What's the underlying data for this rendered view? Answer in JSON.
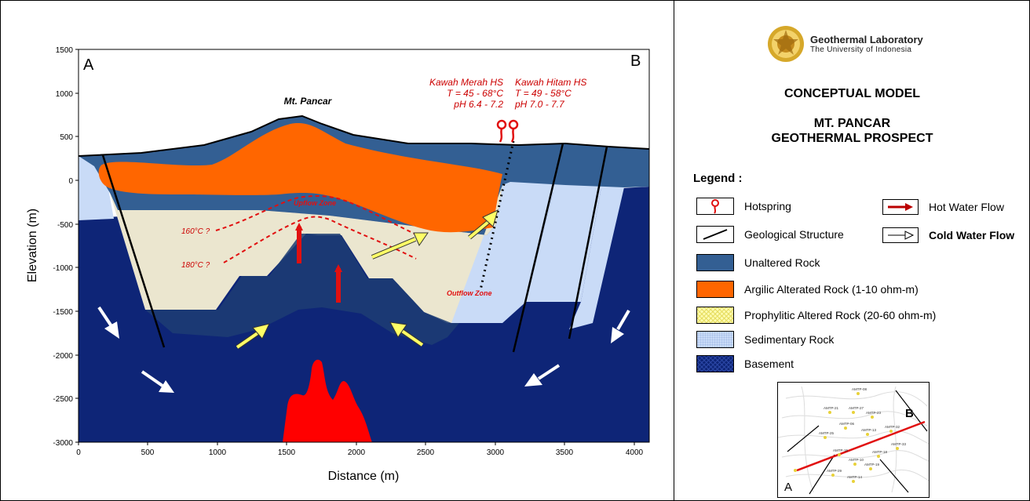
{
  "cross_section": {
    "corner_left": "A",
    "corner_right": "B",
    "peak_label": "Mt. Pancar",
    "y_axis_label": "Elevation (m)",
    "x_axis_label": "Distance (m)",
    "y_ticks": [
      "1500",
      "1000",
      "500",
      "0",
      "-500",
      "-1000",
      "-1500",
      "-2000",
      "-2500",
      "-3000"
    ],
    "x_ticks": [
      "0",
      "500",
      "1000",
      "1500",
      "2000",
      "2500",
      "3000",
      "3500",
      "4000"
    ],
    "hotspring_1": {
      "name": "Kawah Merah HS",
      "temp": "T = 45 - 68°C",
      "ph": "pH 6.4 - 7.2"
    },
    "hotspring_2": {
      "name": "Kawah Hitam HS",
      "temp": "T = 49 - 58°C",
      "ph": "pH 7.0 - 7.7"
    },
    "isotherm_160": "160°C ?",
    "isotherm_180": "180°C ?",
    "upflow_label": "Upflow Zone",
    "outflow_label": "Outflow Zone"
  },
  "panel": {
    "lab_name": "Geothermal Laboratory",
    "lab_university": "The University of Indonesia",
    "title_1": "CONCEPTUAL MODEL",
    "title_2_line1": "MT. PANCAR",
    "title_2_line2": "GEOTHERMAL PROSPECT",
    "legend_heading": "Legend :",
    "legend": {
      "hotspring": "Hotspring",
      "hot_water_flow": "Hot Water Flow",
      "geological_structure": "Geological Structure",
      "cold_water_flow": "Cold Water Flow",
      "unaltered_rock": "Unaltered Rock",
      "argilic_rock": "Argilic Alterated Rock (1-10 ohm-m)",
      "prophylitic_rock": "Prophylitic Altered Rock (20-60 ohm-m)",
      "sedimentary_rock": "Sedimentary Rock",
      "basement": "Basement"
    }
  },
  "inset_map": {
    "label_a": "A",
    "label_b": "B",
    "stations": [
      "AMTP-08",
      "AMTP-21",
      "AMTP-27",
      "AMTP-23",
      "AMTP-06",
      "AMTP-13",
      "AMTP-25",
      "AMTP-32",
      "AMTP-33",
      "AMTP-15",
      "AMTP-18",
      "AMTP-10",
      "AMTP-19",
      "AMTP-29",
      "AMTP-14"
    ]
  },
  "colors": {
    "basement": "#0e2577",
    "unaltered": "#335f93",
    "argilic": "#ff6600",
    "prophylitic": "#ebe6cf",
    "sedimentary": "#c9dbf7",
    "hot_flow": "#e11010",
    "cold_flow": "#ffffff",
    "inflow_arrow": "#ffff66",
    "label_red": "#cc0000",
    "magma": "#ff0000"
  }
}
